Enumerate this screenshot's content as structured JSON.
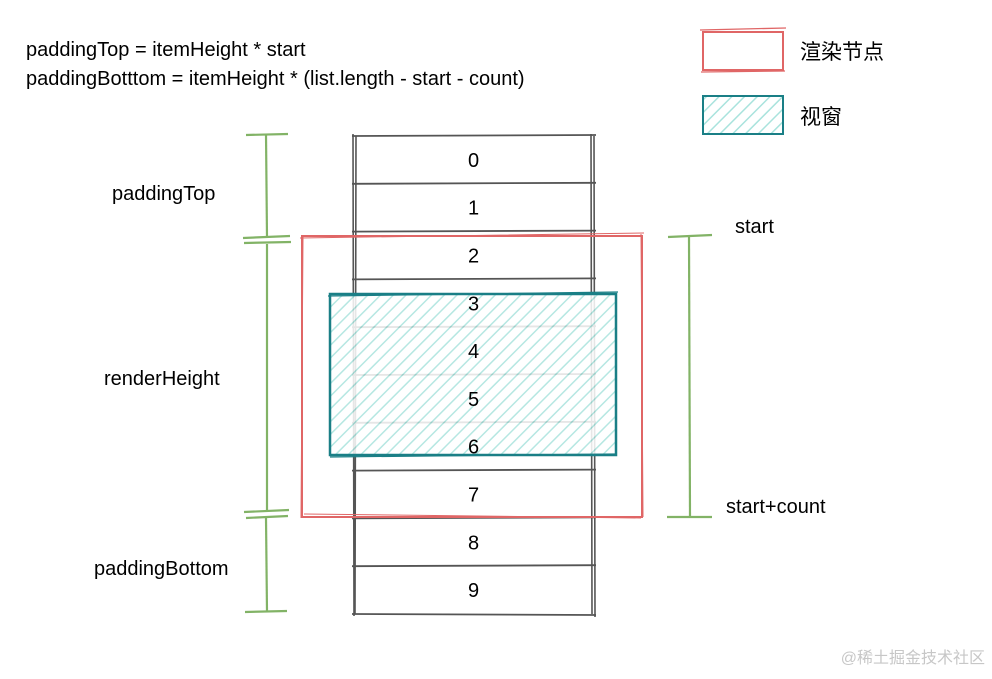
{
  "formulas": {
    "line1": "paddingTop = itemHeight * start",
    "line2": "paddingBotttom = itemHeight * (list.length - start - count)"
  },
  "legend": {
    "render_label": "渲染节点",
    "viewport_label": "视窗",
    "render_color": "#e06666",
    "viewport_color": "#1a7f86",
    "viewport_fill": "#a9e3dd"
  },
  "list_items": [
    "0",
    "1",
    "2",
    "3",
    "4",
    "5",
    "6",
    "7",
    "8",
    "9"
  ],
  "left_labels": {
    "padding_top": "paddingTop",
    "render_height": "renderHeight",
    "padding_bottom": "paddingBottom",
    "bracket_color": "#82b366"
  },
  "right_labels": {
    "start": "start",
    "start_count": "start+count"
  },
  "watermark": "@稀土掘金技术社区"
}
